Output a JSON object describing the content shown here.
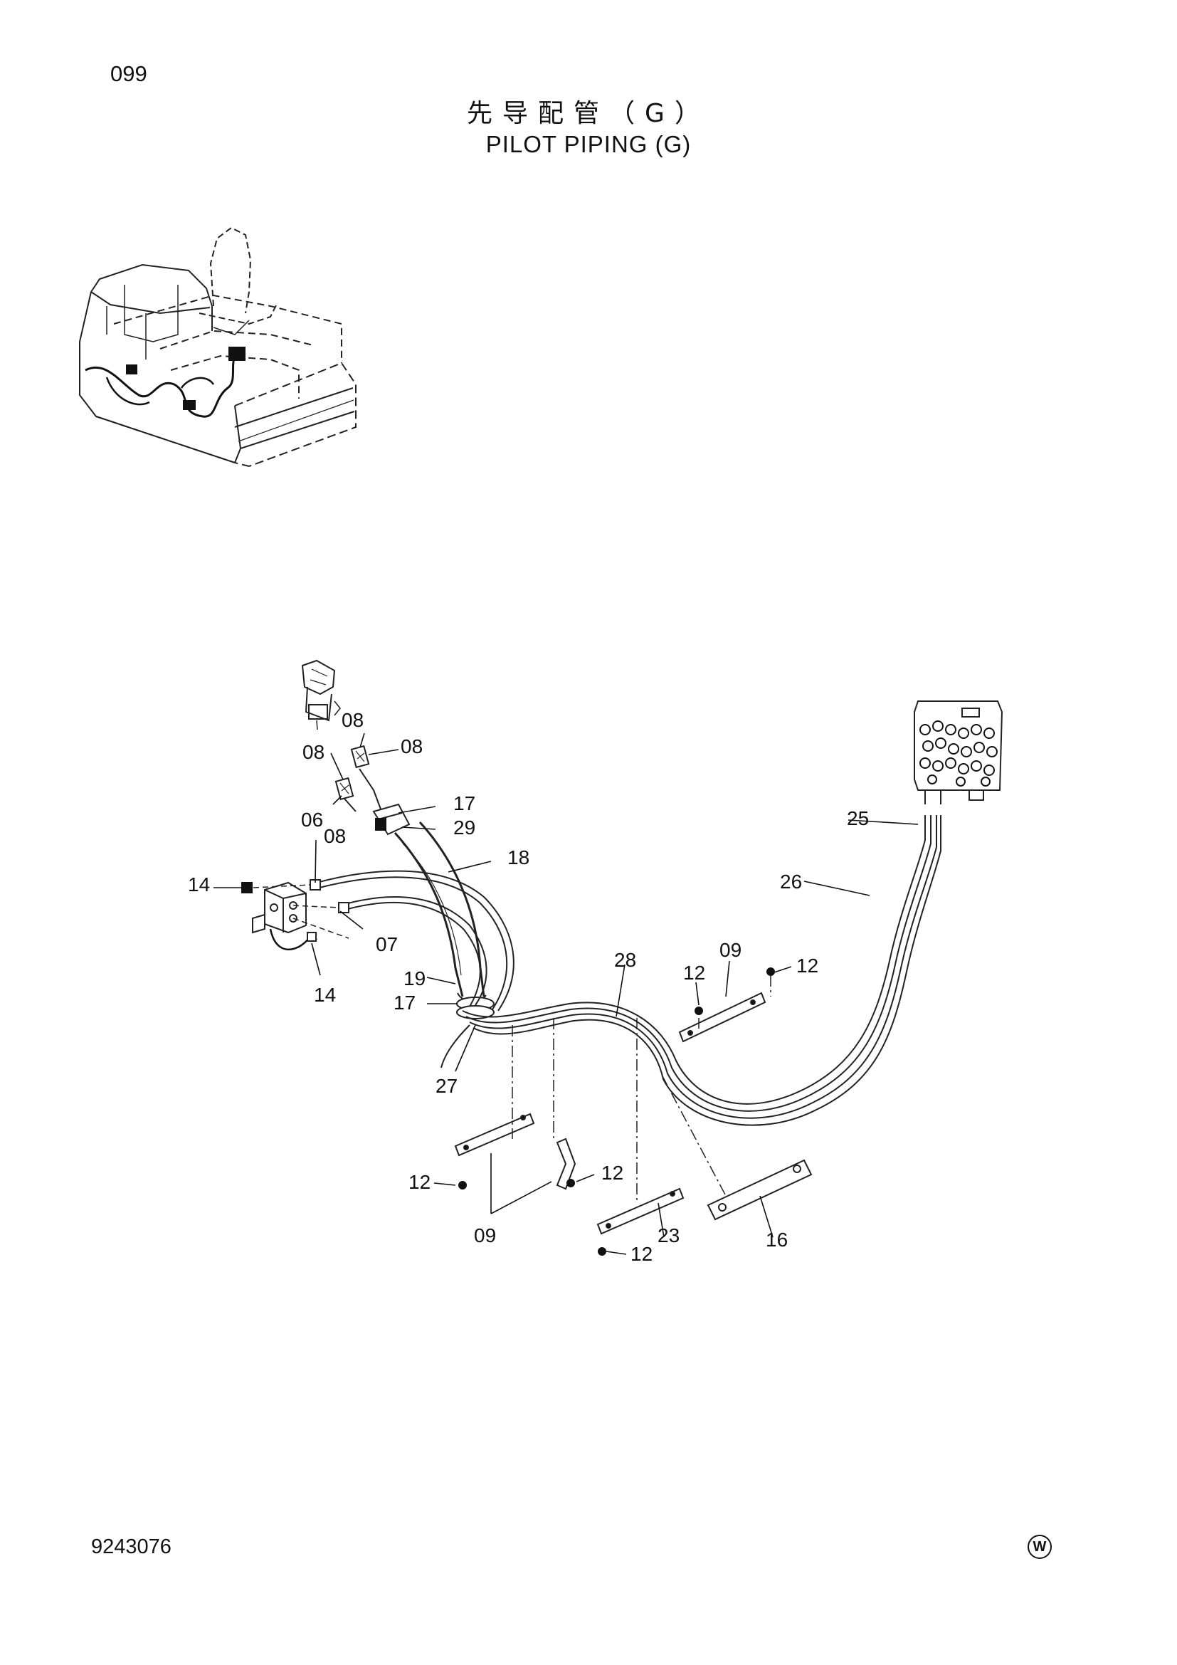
{
  "page": {
    "page_number": "099",
    "title_cn": "先导配管（G）",
    "title_en": "PILOT PIPING (G)",
    "document_number": "9243076",
    "mark": "W"
  },
  "callouts": {
    "c08a": "08",
    "c08b": "08",
    "c08c": "08",
    "c08d": "08",
    "c17a": "17",
    "c29": "29",
    "c06": "06",
    "c18": "18",
    "c14a": "14",
    "c07": "07",
    "c14b": "14",
    "c25": "25",
    "c26": "26",
    "c09a": "09",
    "c28": "28",
    "c12a": "12",
    "c12b": "12",
    "c19": "19",
    "c17b": "17",
    "c27": "27",
    "c12c": "12",
    "c12d": "12",
    "c09b": "09",
    "c23": "23",
    "c16": "16",
    "c12e": "12"
  }
}
